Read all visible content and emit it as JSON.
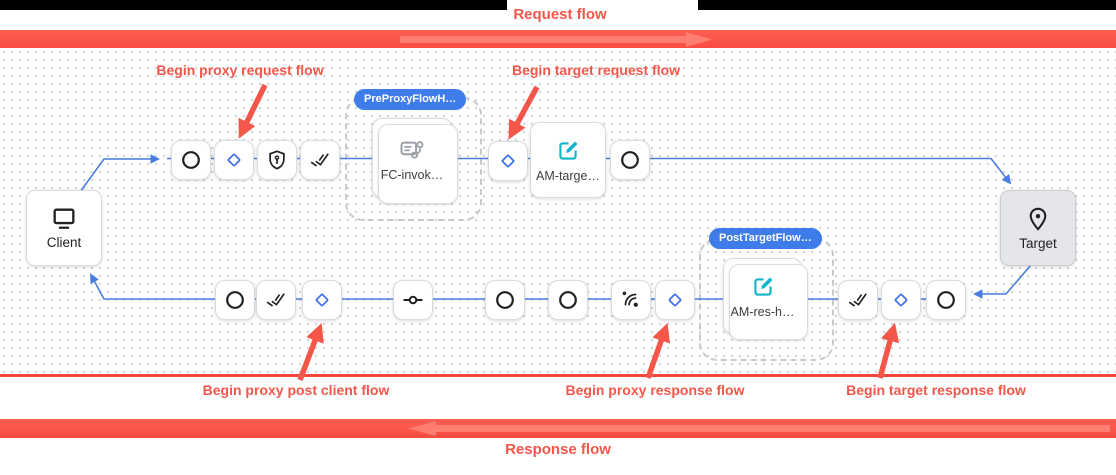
{
  "banners": {
    "request_flow": "Request flow",
    "response_flow": "Response flow"
  },
  "annotations": {
    "begin_proxy_request": "Begin proxy request flow",
    "begin_target_request": "Begin target request flow",
    "begin_proxy_post_client": "Begin proxy post client flow",
    "begin_proxy_response": "Begin proxy response flow",
    "begin_target_response": "Begin target response flow"
  },
  "endpoints": {
    "client": "Client",
    "target": "Target"
  },
  "badges": {
    "pre_proxy": "PreProxyFlowH…",
    "post_target": "PostTargetFlow…"
  },
  "policies": {
    "flow_callout": "FC-invok…",
    "am_target": "AM-targe…",
    "am_response": "AM-res-h…"
  },
  "icons": {
    "client": "monitor-icon",
    "target": "location-pin-icon",
    "step": "circle-icon",
    "condition": "diamond-icon",
    "verify_key": "shield-key-icon",
    "assign": "done-all-icon",
    "commit": "commit-icon",
    "logging": "signal-waves-icon",
    "flow_callout": "flow-callout-icon",
    "assign_message": "edit-square-icon"
  },
  "colors": {
    "annotation_red": "#f4574a",
    "band_red": "#fb5246",
    "badge_blue": "#3e7de9",
    "diamond_blue": "#3f6fe3",
    "connector_blue": "#4a7de2",
    "policy_teal": "#12b5cb",
    "node_border": "#d9dcdf"
  }
}
